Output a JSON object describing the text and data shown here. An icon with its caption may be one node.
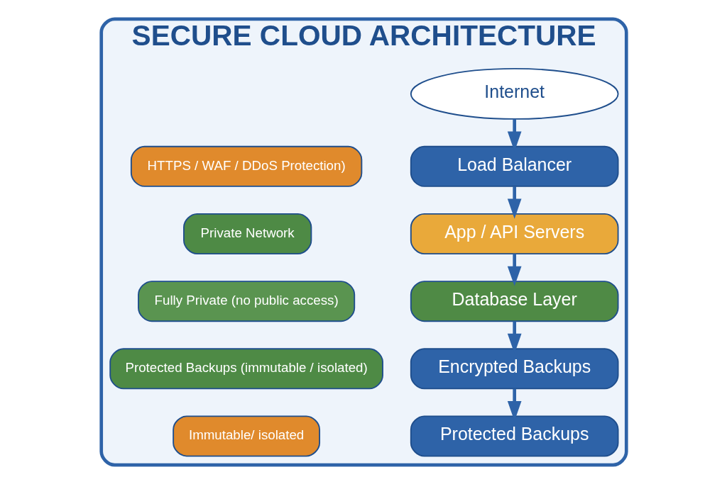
{
  "diagram": {
    "nodes": [
      {
        "text": [
          "SECURE CLOUD ARCHITECTURE"
        ]
      },
      {
        "text": [
          "Internet"
        ],
        "in": 0
      },
      {
        "text": [
          "Load Balancer"
        ],
        "in": 0
      },
      {
        "text": [
          "HTTPS / WAF / DDoS Protection)"
        ],
        "in": 0
      },
      {
        "text": [
          "App / API Servers"
        ],
        "in": 0
      },
      {
        "text": [
          "Private Network"
        ],
        "in": 0
      },
      {
        "text": [
          "Database Layer"
        ],
        "in": 0
      },
      {
        "text": [
          "Fully Private (no public access)"
        ],
        "in": 0
      },
      {
        "text": [
          "Encrypted Backups"
        ],
        "in": 0
      },
      {
        "text": [
          "Protected Backups (immutable / isolated)"
        ],
        "in": 0
      },
      {
        "text": [
          "Protected Backups"
        ],
        "in": 0
      },
      {
        "text": [
          "Immutable/ isolated"
        ],
        "in": 0
      }
    ],
    "edges": [
      {
        "from": 1,
        "to": 2,
        "arrow": "to"
      },
      {
        "from": 2,
        "to": 4,
        "arrow": "to"
      },
      {
        "from": 4,
        "to": 6,
        "arrow": "to"
      },
      {
        "from": 6,
        "to": 8,
        "arrow": "to"
      },
      {
        "from": 8,
        "to": 10,
        "arrow": "to"
      }
    ]
  }
}
